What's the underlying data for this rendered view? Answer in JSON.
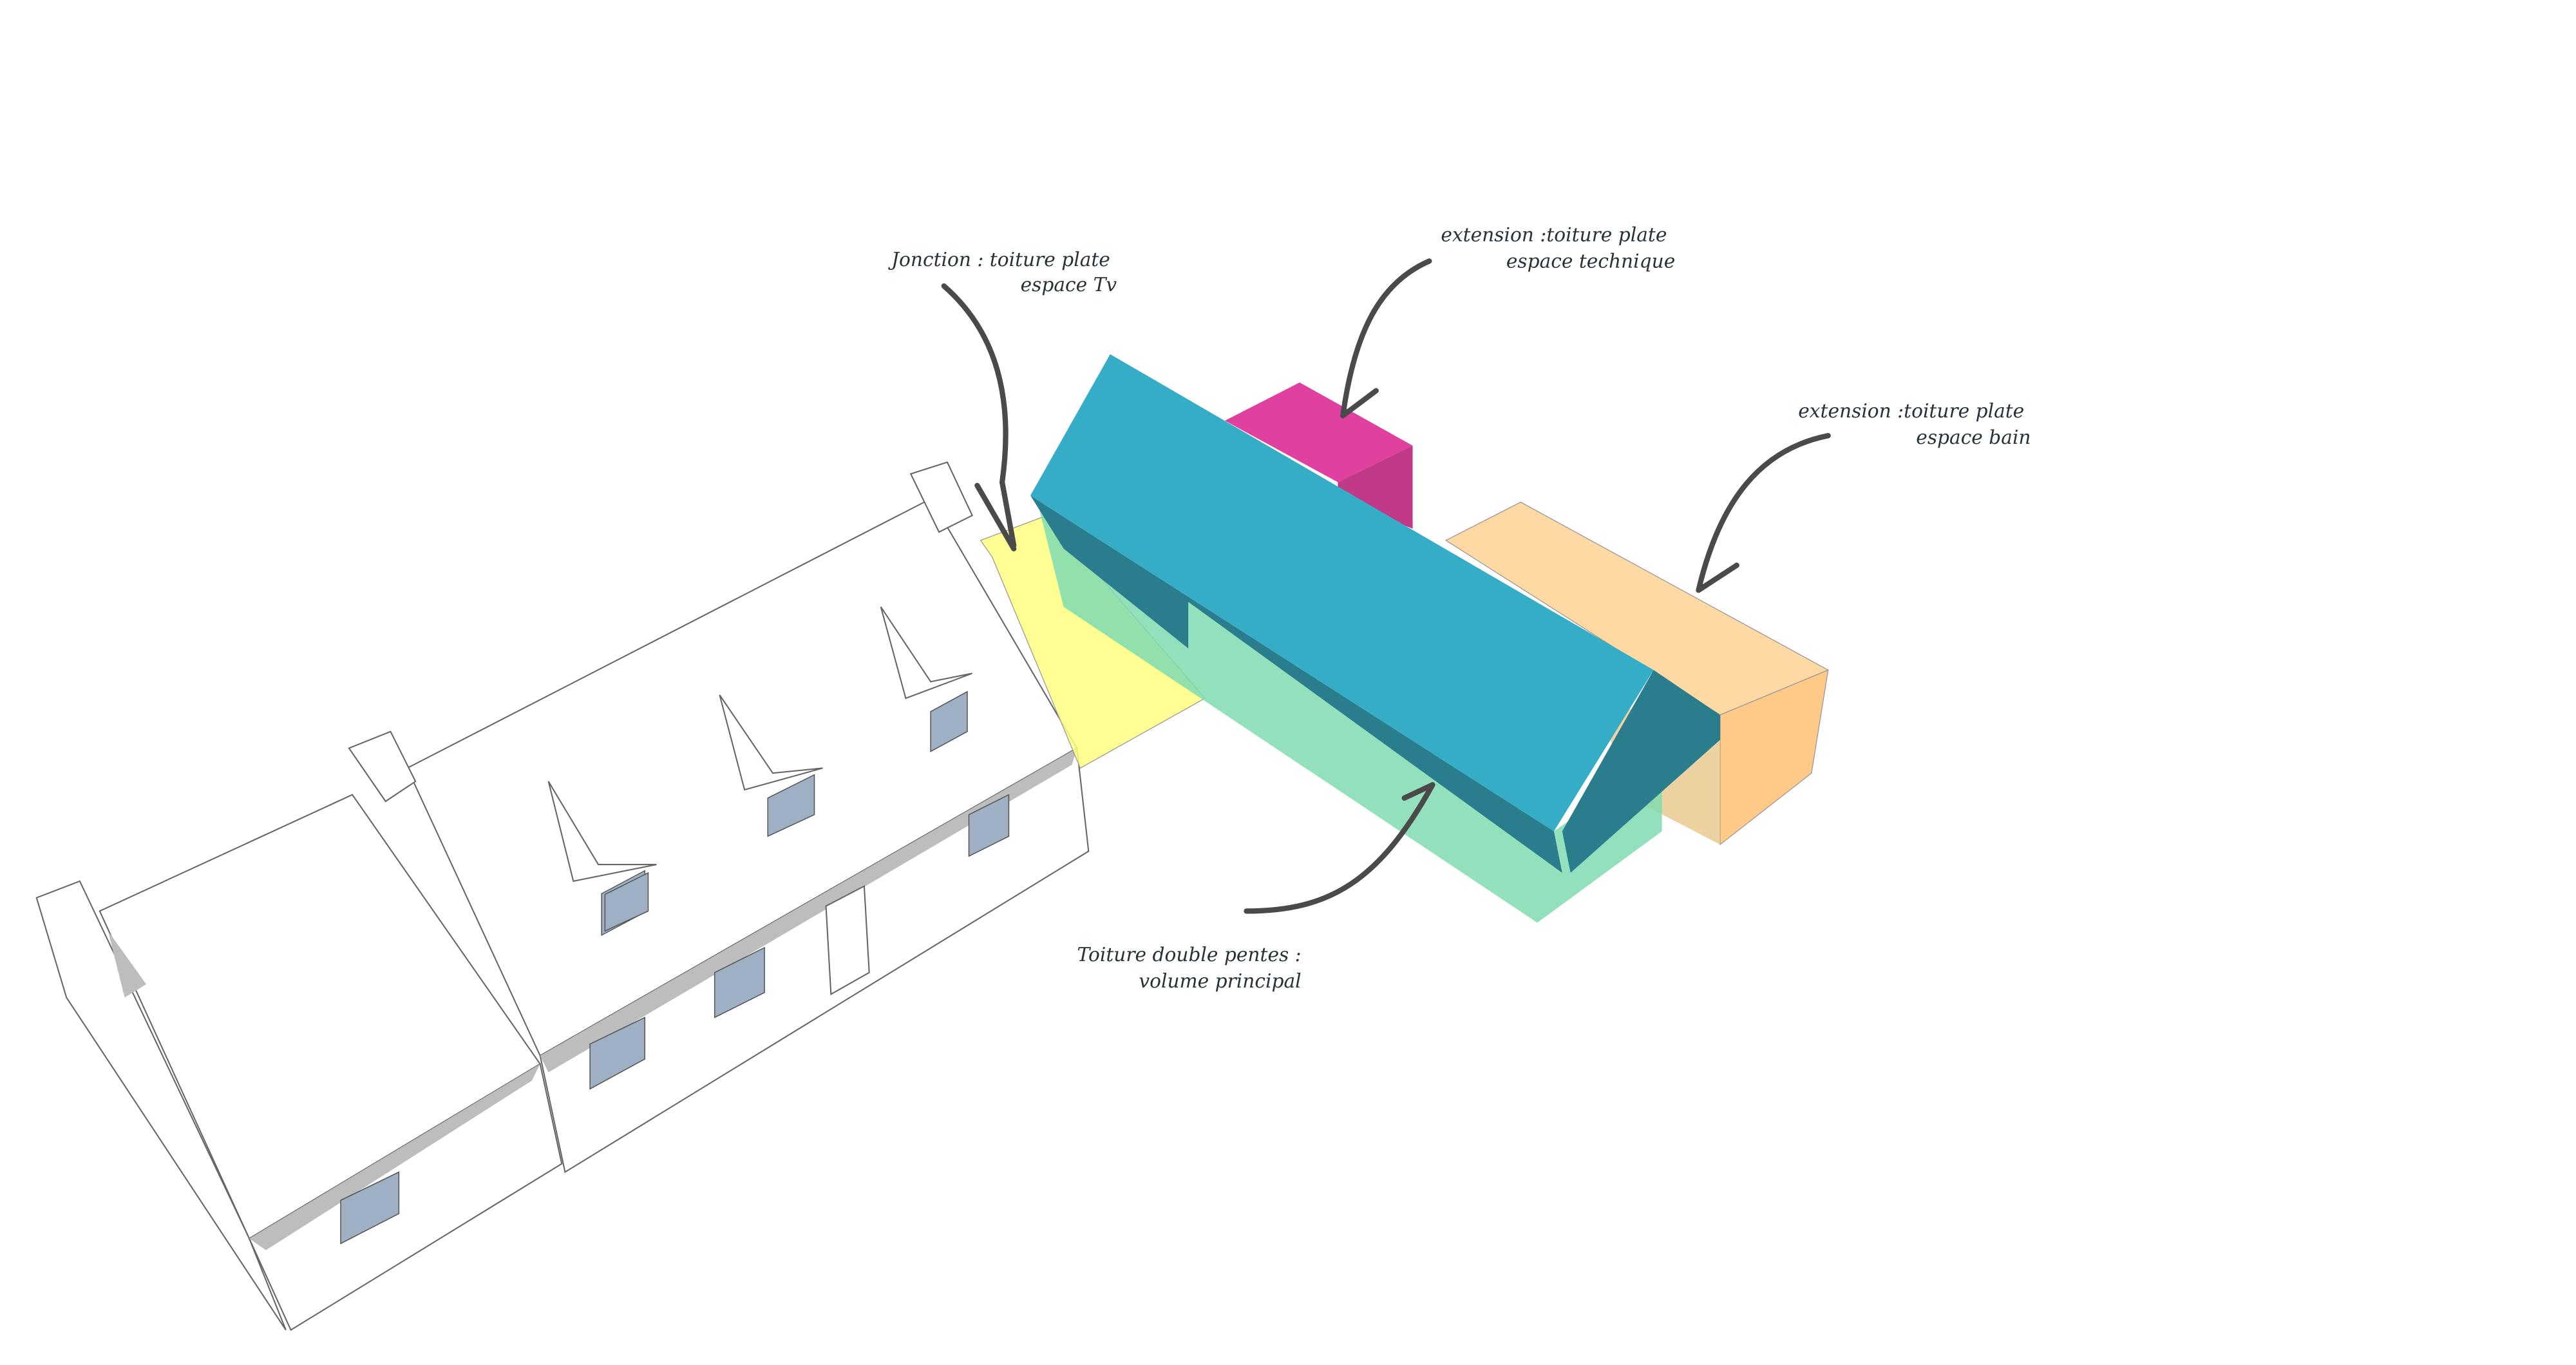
{
  "labels": {
    "jonction": {
      "line1": "Jonction : toiture plate",
      "line2": "espace Tv",
      "color": "#ffff80"
    },
    "technique": {
      "line1": "extension :toiture plate",
      "line2": "espace technique",
      "color": "#e040a0"
    },
    "bain": {
      "line1": "extension :toiture plate",
      "line2": "espace bain",
      "color": "#ffc987"
    },
    "principal": {
      "line1": "Toiture double pentes :",
      "line2": "volume principal",
      "roof_color": "#36adc6",
      "body_color": "#7fdcb0"
    }
  }
}
